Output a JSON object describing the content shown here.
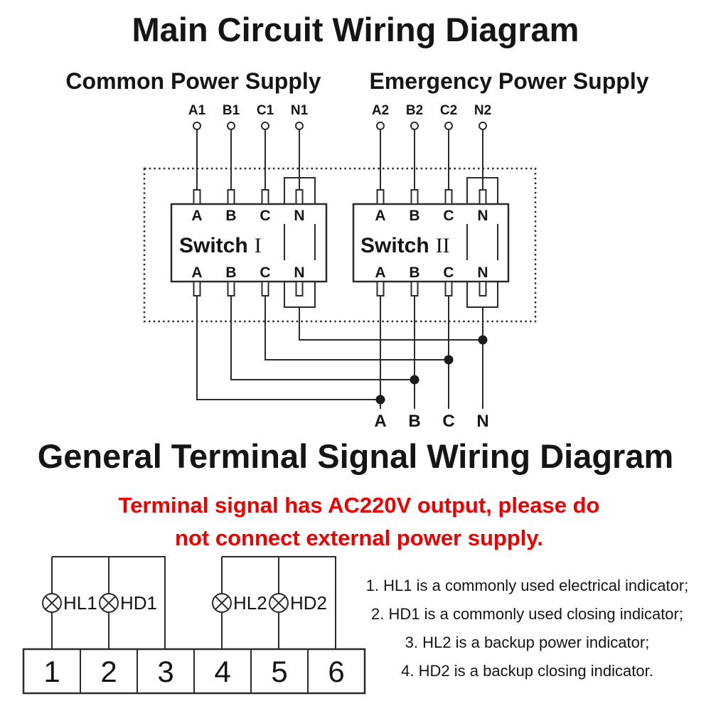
{
  "colors": {
    "ink": "#151515",
    "line": "#2b2b2b",
    "warning_red": "#ee0000"
  },
  "main_diagram": {
    "title": "Main Circuit Wiring Diagram",
    "common_power_label": "Common Power Supply",
    "emergency_power_label": "Emergency Power Supply",
    "common_terminals": [
      "A1",
      "B1",
      "C1",
      "N1"
    ],
    "emergency_terminals": [
      "A2",
      "B2",
      "C2",
      "N2"
    ],
    "switch1_label": "Switch",
    "switch1_numeral": "I",
    "switch2_label": "Switch",
    "switch2_numeral": "II",
    "pin_labels": [
      "A",
      "B",
      "C",
      "N"
    ],
    "output_labels": [
      "A",
      "B",
      "C",
      "N"
    ]
  },
  "signal_diagram": {
    "title": "General Terminal Signal Wiring Diagram",
    "warning_line1": "Terminal signal has AC220V output, please do",
    "warning_line2": "not connect external power supply.",
    "lamp_labels": [
      "HL1",
      "HD1",
      "HL2",
      "HD2"
    ],
    "terminal_cells": [
      "1",
      "2",
      "3",
      "4",
      "5",
      "6"
    ],
    "notes": [
      "1. HL1 is a commonly used electrical indicator;",
      "2. HD1 is a commonly used closing indicator;",
      "3. HL2 is a backup power indicator;",
      "4. HD2 is a backup closing indicator."
    ]
  }
}
